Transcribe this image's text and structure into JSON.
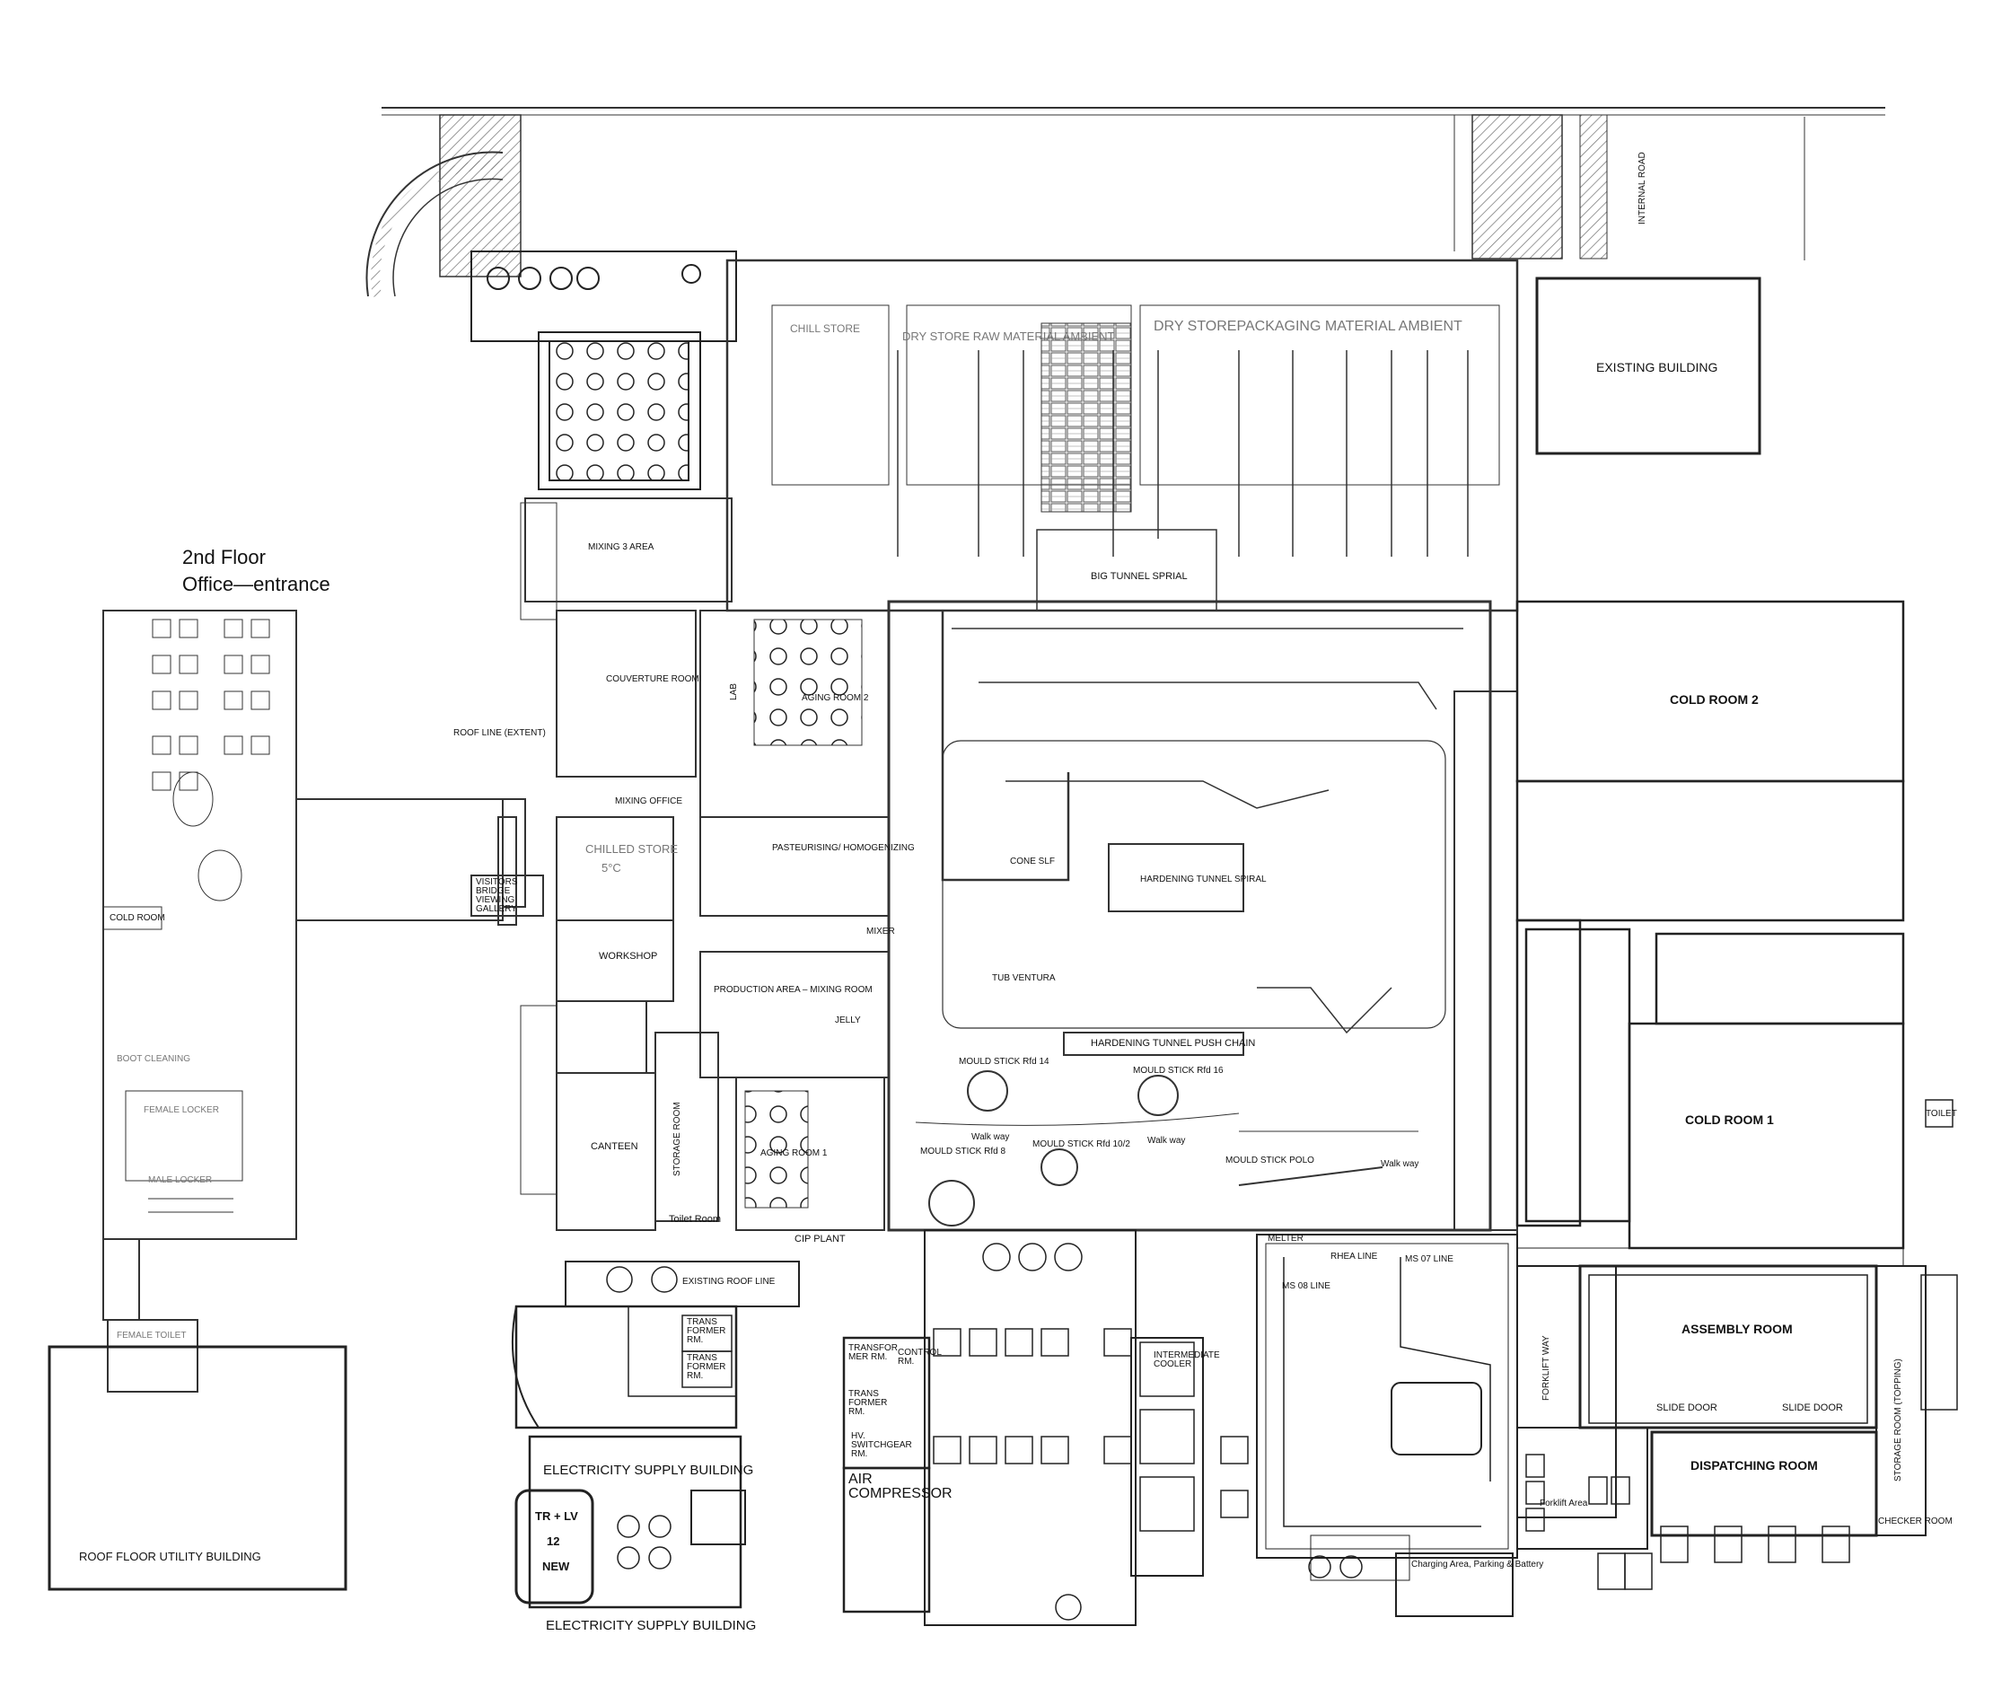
{
  "labels": {
    "office_title_1": "2nd Floor",
    "office_title_2": "Office—entrance",
    "roof_floor_utility": "ROOF FLOOR UTILITY BUILDING",
    "existing_building": "EXISTING BUILDING",
    "chill_store": "CHILL STORE",
    "dry_store_raw": "DRY STORE RAW MATERIAL AMBIENT",
    "dry_store_pack": "DRY STOREPACKAGING MATERIAL AMBIENT",
    "big_tunnel_spiral": "BIG TUNNEL SPRIAL",
    "mixing_3": "MIXING 3 AREA",
    "couverture_room": "COUVERTURE ROOM",
    "aging_room_2": "AGING ROOM 2",
    "chilled_store": "CHILLED STORE",
    "chilled_temp": "5°C",
    "pasteurising": "PASTEURISING/ HOMOGENIZING",
    "workshop": "WORKSHOP",
    "production_area": "PRODUCTION AREA – MIXING ROOM",
    "canteen": "CANTEEN",
    "storage_room": "STORAGE ROOM",
    "aging_room_1": "AGING ROOM 1",
    "toilet_room": "Toilet Room",
    "cip_plant": "CIP PLANT",
    "hardening_spiral": "HARDENING TUNNEL SPIRAL",
    "hardening_push": "HARDENING TUNNEL PUSH CHAIN",
    "cold_room_2": "COLD ROOM 2",
    "cold_room_1": "COLD ROOM 1",
    "assembly_room": "ASSEMBLY ROOM",
    "slide_door_1": "SLIDE DOOR",
    "slide_door_2": "SLIDE DOOR",
    "dispatching_room": "DISPATCHING ROOM",
    "storage_room_topping": "STORAGE ROOM (TOPPING)",
    "checker_room": "CHECKER ROOM",
    "forklift_area": "Forklift Area",
    "charging_area": "Charging Area, Parking & Battery",
    "electricity_1": "ELECTRICITY SUPPLY BUILDING",
    "electricity_2": "ELECTRICITY SUPPLY BUILDING",
    "tr_lv_1": "TR + LV",
    "tr_lv_2": "12",
    "tr_lv_3": "NEW",
    "air_compressor": "AIR COMPRESSOR",
    "transformer_1": "TRANS FORMER RM.",
    "transformer_2": "TRANS FORMER RM.",
    "transformer_3": "TRANSFOR MER RM.",
    "transformer_4": "TRANS FORMER RM.",
    "control_rm": "CONTROL RM.",
    "hv_switchgear": "HV. SWITCHGEAR RM.",
    "intermediate_cooler": "INTERMEDIATE COOLER",
    "cold_room_small": "COLD ROOM",
    "female_toilet": "FEMALE TOILET",
    "female_locker": "FEMALE LOCKER",
    "male_locker": "MALE LOCKER",
    "boot_cleaning": "BOOT CLEANING",
    "visitors_gallery": "VISITORS BRIDGE VIEWING GALLERY",
    "mixing_office": "MIXING OFFICE",
    "roof_line": "ROOF LINE (EXTENT)",
    "existing_roof_line": "EXISTING ROOF LINE",
    "internal_road": "INTERNAL ROAD",
    "cone_line": "CONE SLF",
    "tub_ventura": "TUB VENTURA",
    "walk_way_1": "Walk way",
    "walk_way_2": "Walk way",
    "walk_way_3": "Walk way",
    "mould_stick_14": "MOULD STICK Rfd 14",
    "mould_stick_16": "MOULD STICK Rfd 16",
    "mould_stick_8": "MOULD STICK Rfd 8",
    "mould_stick_10": "MOULD STICK Rfd 10/2",
    "mould_stick_polo": "MOULD STICK POLO",
    "rhea_line": "RHEA LINE",
    "ms_08_line": "MS 08 LINE",
    "ms_07_line": "MS 07 LINE",
    "melter": "MELTER",
    "lab": "LAB",
    "jelly": "JELLY",
    "mixer": "MIXER",
    "forklift_way": "FORKLIFT WAY",
    "toilet": "TOILET"
  }
}
